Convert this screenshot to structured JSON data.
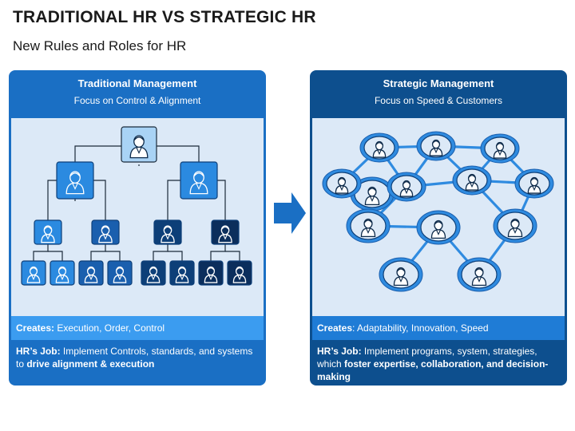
{
  "header": {
    "title": "TRADITIONAL HR VS STRATEGIC HR",
    "subtitle": "New Rules and Roles for HR"
  },
  "left": {
    "heading": "Traditional Management",
    "subheading": "Focus on Control & Alignment",
    "creates_label": "Creates:",
    "creates_text": " Execution, Order, Control",
    "job_label": "HR’s Job:",
    "job_text": " Implement Controls, standards, and systems to ",
    "job_bold": "drive alignment & execution"
  },
  "right": {
    "heading": "Strategic Management",
    "subheading": "Focus on Speed & Customers",
    "creates_label": "Creates",
    "creates_text": ": Adaptability, Innovation, Speed",
    "job_label": "HR’s Job:",
    "job_text": " Implement programs, system, strategies, which ",
    "job_bold": "foster expertise, collaboration, and decision-making"
  },
  "icons": {
    "person": "person-icon",
    "arrow": "arrow-right-icon"
  },
  "colors": {
    "panel_left": "#1a6fc4",
    "panel_right": "#0d4f8e",
    "canvas": "#dce9f7",
    "node_light": "#a9d3f5",
    "node_mid": "#2b8ae0",
    "node_dark": "#0d3f78",
    "node_darkest": "#0b2e5c"
  }
}
